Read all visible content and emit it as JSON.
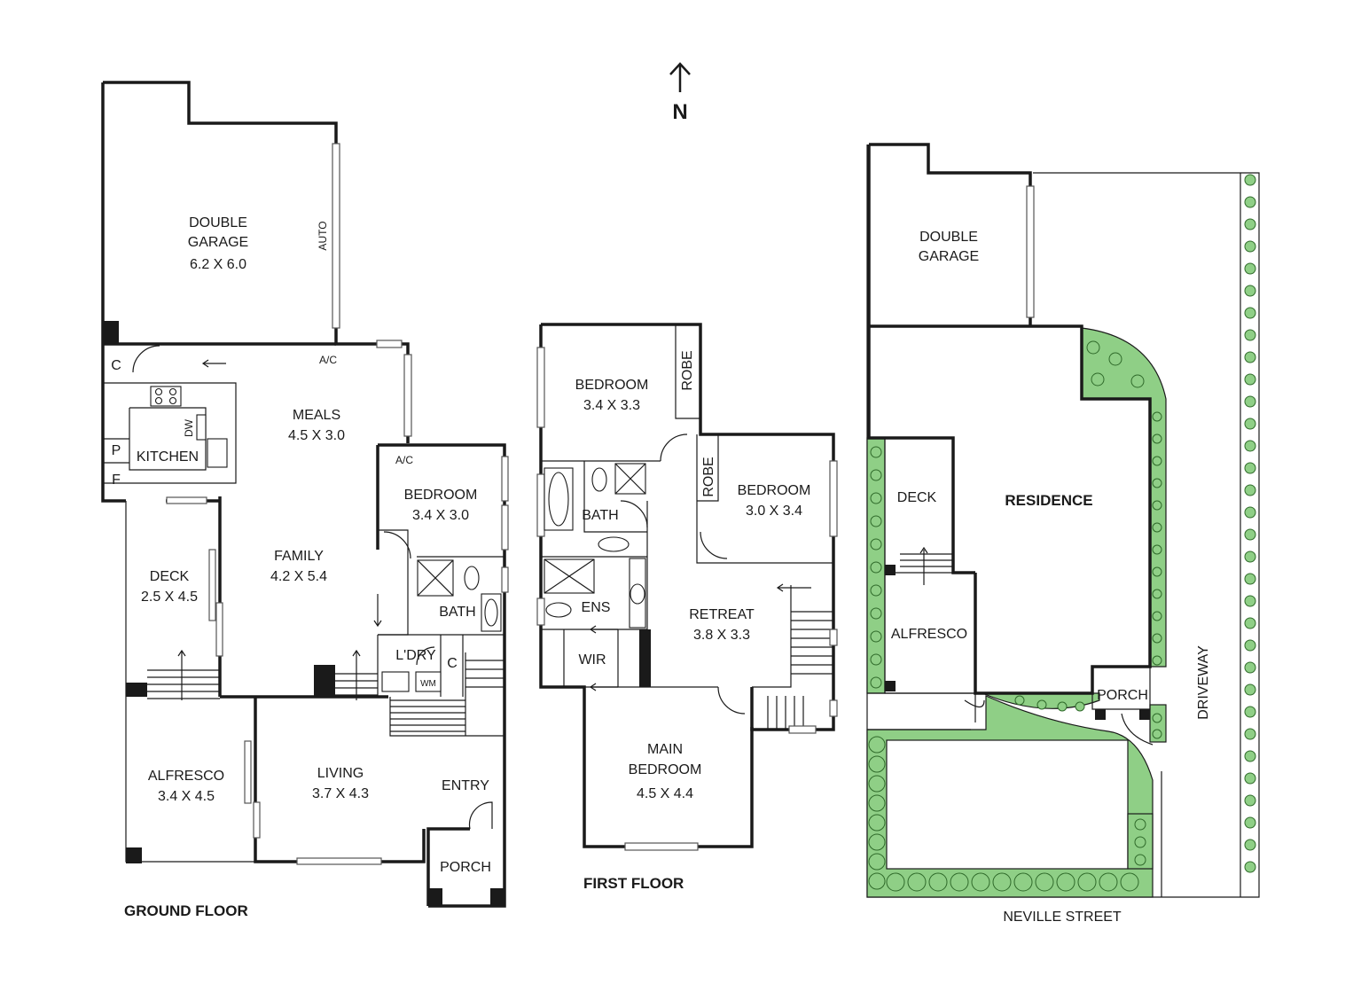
{
  "compass": {
    "label": "N"
  },
  "ground_floor": {
    "title": "GROUND FLOOR",
    "rooms": {
      "garage_name1": "DOUBLE",
      "garage_name2": "GARAGE",
      "garage_dims": "6.2 X 6.0",
      "garage_door": "AUTO",
      "meals_name": "MEALS",
      "meals_dims": "4.5 X 3.0",
      "kitchen_name": "KITCHEN",
      "dw": "DW",
      "cupboard_c": "C",
      "pantry_p": "P",
      "fridge_f": "F",
      "ac1": "A/C",
      "ac2": "A/C",
      "bedroom_name": "BEDROOM",
      "bedroom_dims": "3.4 X 3.0",
      "family_name": "FAMILY",
      "family_dims": "4.2 X 5.4",
      "deck_name": "DECK",
      "deck_dims": "2.5 X 4.5",
      "bath_name": "BATH",
      "ldry_name": "L'DRY",
      "ldry_c": "C",
      "wm": "WM",
      "alfresco_name": "ALFRESCO",
      "alfresco_dims": "3.4 X 4.5",
      "living_name": "LIVING",
      "living_dims": "3.7 X 4.3",
      "entry_name": "ENTRY",
      "porch_name": "PORCH"
    }
  },
  "first_floor": {
    "title": "FIRST FLOOR",
    "rooms": {
      "bed1_name": "BEDROOM",
      "bed1_dims": "3.4 X 3.3",
      "robe1": "ROBE",
      "bed2_name": "BEDROOM",
      "bed2_dims": "3.0 X 3.4",
      "robe2": "ROBE",
      "bath_name": "BATH",
      "ens_name": "ENS",
      "wir_name": "WIR",
      "retreat_name": "RETREAT",
      "retreat_dims": "3.8 X 3.3",
      "main_name1": "MAIN",
      "main_name2": "BEDROOM",
      "main_dims": "4.5 X 4.4"
    }
  },
  "site_plan": {
    "garage_name1": "DOUBLE",
    "garage_name2": "GARAGE",
    "deck_name": "DECK",
    "residence_name": "RESIDENCE",
    "alfresco_name": "ALFRESCO",
    "porch_name": "PORCH",
    "driveway": "DRIVEWAY",
    "street": "NEVILLE STREET"
  },
  "colors": {
    "lawn": "#8fcf86",
    "wall": "#1a1a1a"
  }
}
